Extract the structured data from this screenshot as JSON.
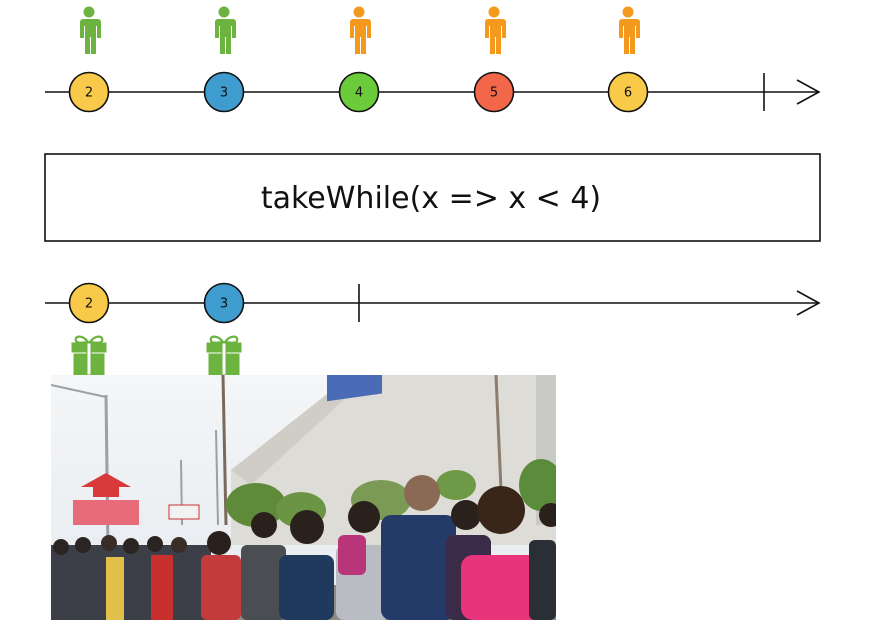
{
  "operator": {
    "label": "takeWhile(x => x < 4)"
  },
  "input_marbles": [
    {
      "value": "2",
      "color": "#f9c94a",
      "person_color": "#6db33f"
    },
    {
      "value": "3",
      "color": "#3f9ccf",
      "person_color": "#6db33f"
    },
    {
      "value": "4",
      "color": "#6ccb3a",
      "person_color": "#f39a1e"
    },
    {
      "value": "5",
      "color": "#f2674a",
      "person_color": "#f39a1e"
    },
    {
      "value": "6",
      "color": "#f9c94a",
      "person_color": "#f39a1e"
    }
  ],
  "output_marbles": [
    {
      "value": "2",
      "color": "#f9c94a",
      "gift_color": "#6db33f"
    },
    {
      "value": "3",
      "color": "#3f9ccf",
      "gift_color": "#6db33f"
    }
  ],
  "photo": {
    "subject": "crowd queueing outside a warehouse store"
  }
}
